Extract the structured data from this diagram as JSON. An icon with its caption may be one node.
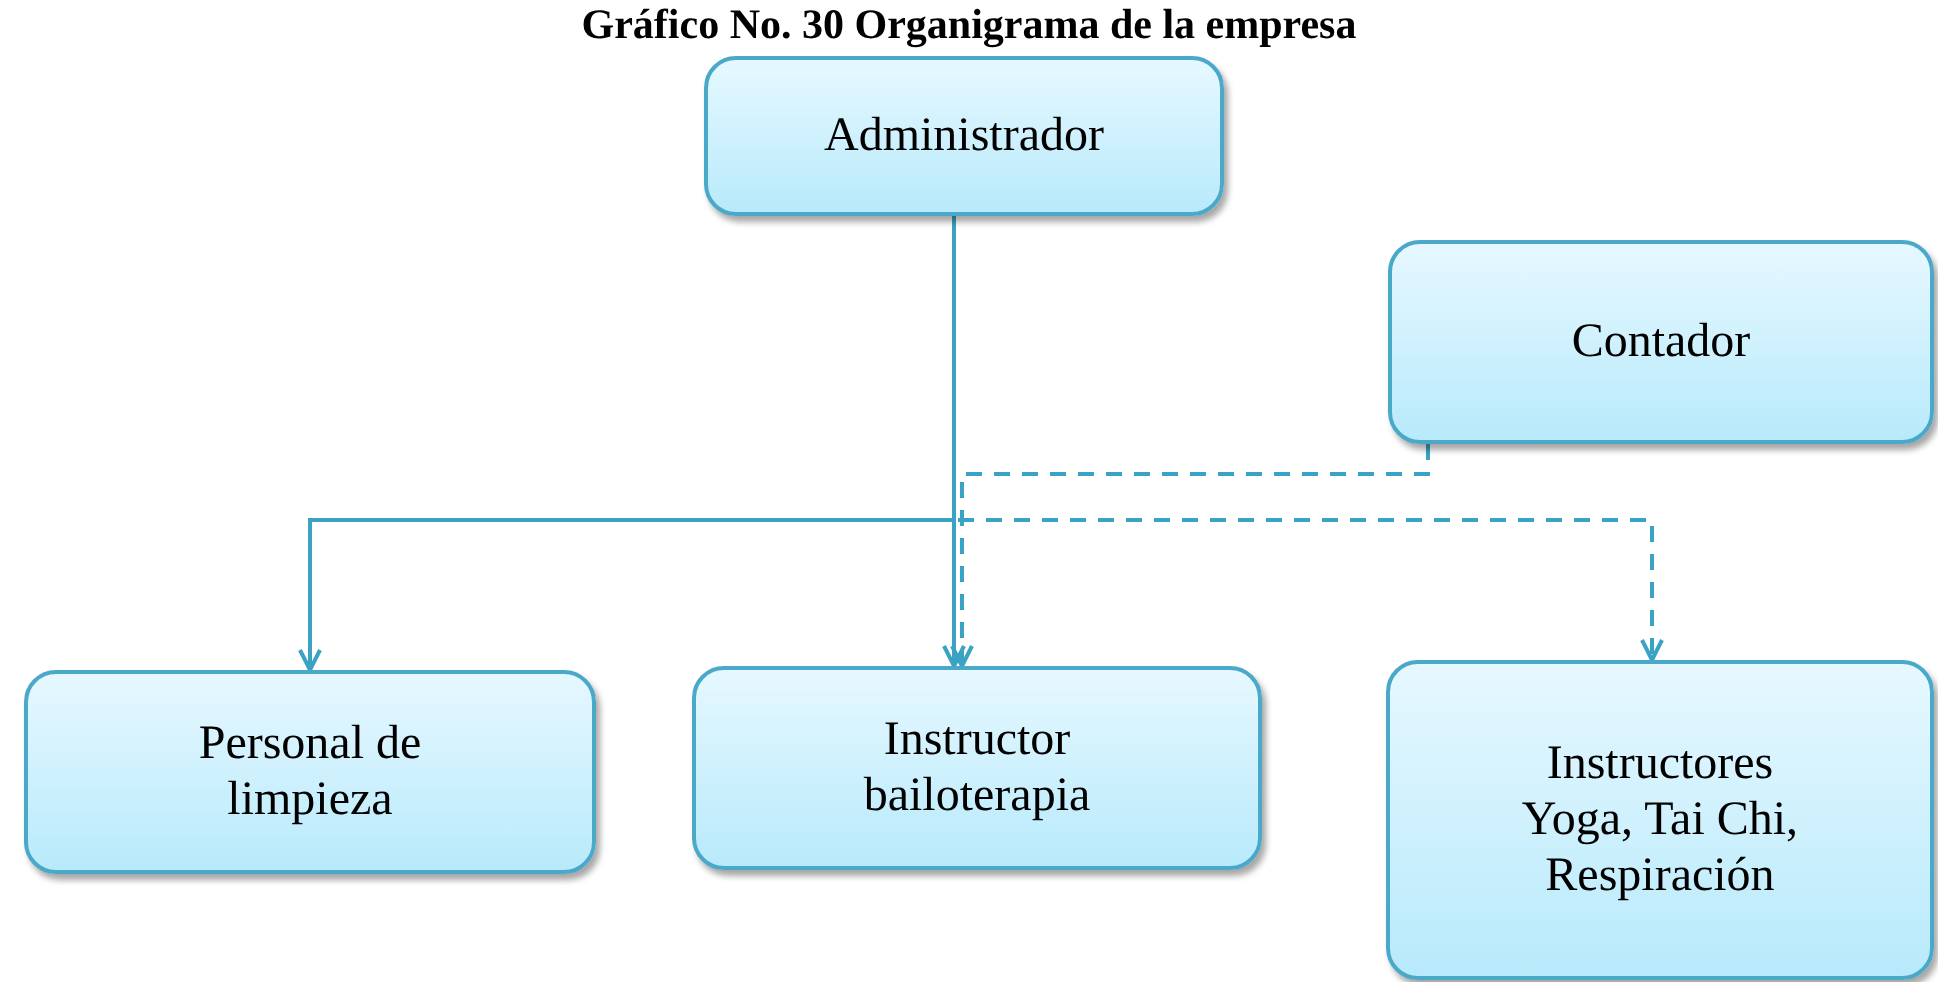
{
  "diagram": {
    "title": "Gráfico No. 30 Organigrama de la empresa",
    "nodes": [
      {
        "text": [
          "Administrador"
        ]
      },
      {
        "text": [
          "Contador"
        ]
      },
      {
        "text": [
          "Personal de limpieza"
        ]
      },
      {
        "text": [
          "Instructor bailoterapia"
        ]
      },
      {
        "text": [
          "Instructores Yoga, Tai Chi, Respiración"
        ]
      }
    ],
    "edges": [
      {
        "from": 0,
        "to": 2,
        "arrow": "to"
      },
      {
        "from": 0,
        "to": 3,
        "arrow": "to"
      },
      {
        "from": 0,
        "to": 4,
        "arrow": "to",
        "style": "dashed"
      },
      {
        "from": 1,
        "to": 3,
        "arrow": "to",
        "style": "dashed"
      }
    ]
  }
}
